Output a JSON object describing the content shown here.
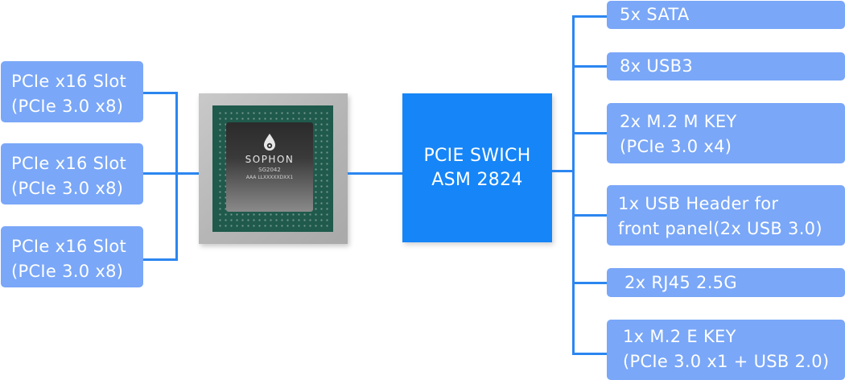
{
  "diagram": {
    "left_slots": [
      {
        "line1": "PCIe x16 Slot",
        "line2": "(PCIe 3.0 x8)"
      },
      {
        "line1": "PCIe x16 Slot",
        "line2": "(PCIe 3.0 x8)"
      },
      {
        "line1": "PCIe x16 Slot",
        "line2": "(PCIe 3.0 x8)"
      }
    ],
    "processor": {
      "brand": "SOPHON",
      "model": "SG2042",
      "serial": "AAA LLXXXXXDXX1"
    },
    "switch": {
      "line1": "PCIE SWICH",
      "line2": "ASM 2824"
    },
    "right_ports": [
      {
        "line1": "5x SATA"
      },
      {
        "line1": "8x USB3"
      },
      {
        "line1": "2x M.2 M KEY",
        "line2": "(PCIe 3.0 x4)"
      },
      {
        "line1": "1x USB Header for",
        "line2": "front panel(2x USB 3.0)"
      },
      {
        "line1": "2x RJ45 2.5G"
      },
      {
        "line1": "1x M.2 E KEY",
        "line2": "(PCIe 3.0 x1 + USB 2.0)"
      }
    ],
    "colors": {
      "box": "#7aa7f7",
      "switch": "#1685f7",
      "connector": "#2b86f0",
      "text": "#ffffff"
    }
  }
}
